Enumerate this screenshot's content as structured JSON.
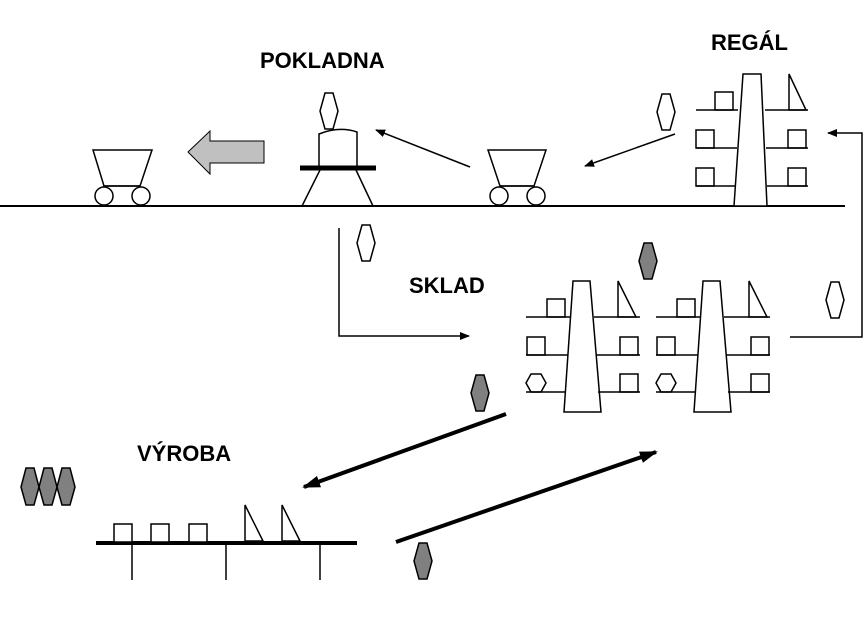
{
  "labels": {
    "pokladna": "POKLADNA",
    "regal": "REGÁL",
    "sklad": "SKLAD",
    "vyroba": "VÝROBA"
  },
  "colors": {
    "line": "#000000",
    "token_gray": "#808080",
    "big_arrow": "#c0c0c0",
    "background": "#ffffff"
  }
}
